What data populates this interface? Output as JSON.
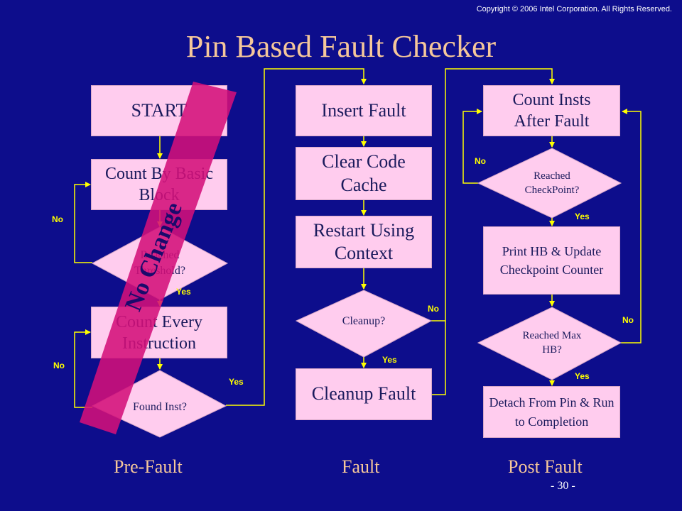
{
  "copyright": "Copyright © 2006  Intel Corporation.  All Rights Reserved.",
  "title": "Pin Based Fault Checker",
  "pre_fault": {
    "start": "START",
    "count_by_basic_block": "Count By Basic Block",
    "reached_threshold": "Reached Threshold?",
    "count_every_instruction": "Count Every Instruction",
    "found_inst": "Found Inst?"
  },
  "fault": {
    "insert_fault": "Insert Fault",
    "clear_code_cache": "Clear Code Cache",
    "restart_using_context": "Restart Using Context",
    "cleanup_q": "Cleanup?",
    "cleanup_fault": "Cleanup Fault"
  },
  "post_fault": {
    "count_insts_after_fault": "Count Insts After Fault",
    "reached_checkpoint": "Reached CheckPoint?",
    "print_hb": "Print HB & Update Checkpoint Counter",
    "reached_max_hb": "Reached Max HB?",
    "detach": "Detach From Pin & Run to Completion"
  },
  "labels": {
    "yes": "Yes",
    "no": "No"
  },
  "stamp": "No Change",
  "sections": {
    "pre_fault": "Pre-Fault",
    "fault": "Fault",
    "post_fault": "Post Fault"
  },
  "page_number": "- 30 -",
  "colors": {
    "background": "#0d0d8c",
    "box_fill": "#ffccee",
    "connector": "#ffff00",
    "title": "#f5c79a",
    "stamp": "#d4107a"
  }
}
